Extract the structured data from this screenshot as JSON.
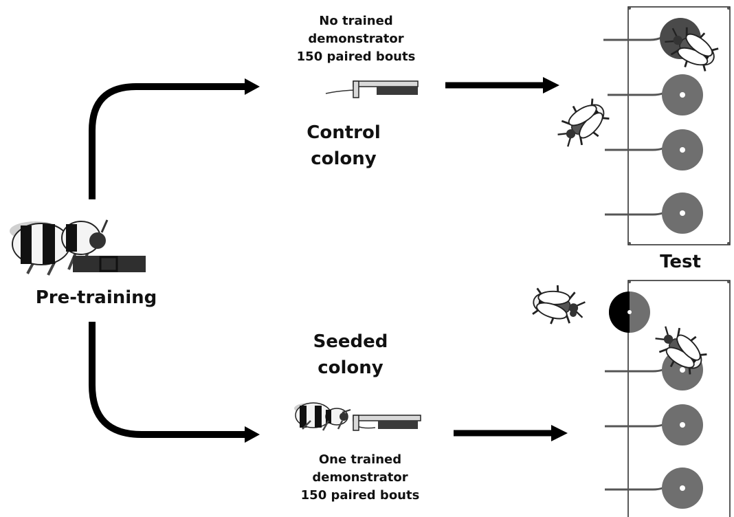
{
  "labels": {
    "pretraining": "Pre-training",
    "control_title_1": "Control",
    "control_title_2": "colony",
    "control_info_1": "No trained",
    "control_info_2": "demonstrator",
    "control_info_3": "150 paired bouts",
    "seeded_title_1": "Seeded",
    "seeded_title_2": "colony",
    "seeded_info_1": "One trained",
    "seeded_info_2": "demonstrator",
    "seeded_info_3": "150 paired bouts",
    "test": "Test"
  },
  "colors": {
    "arrow": "#000000",
    "flower": "#6f6f6f",
    "flower_dark": "#4a4a4a",
    "string": "#555555"
  }
}
